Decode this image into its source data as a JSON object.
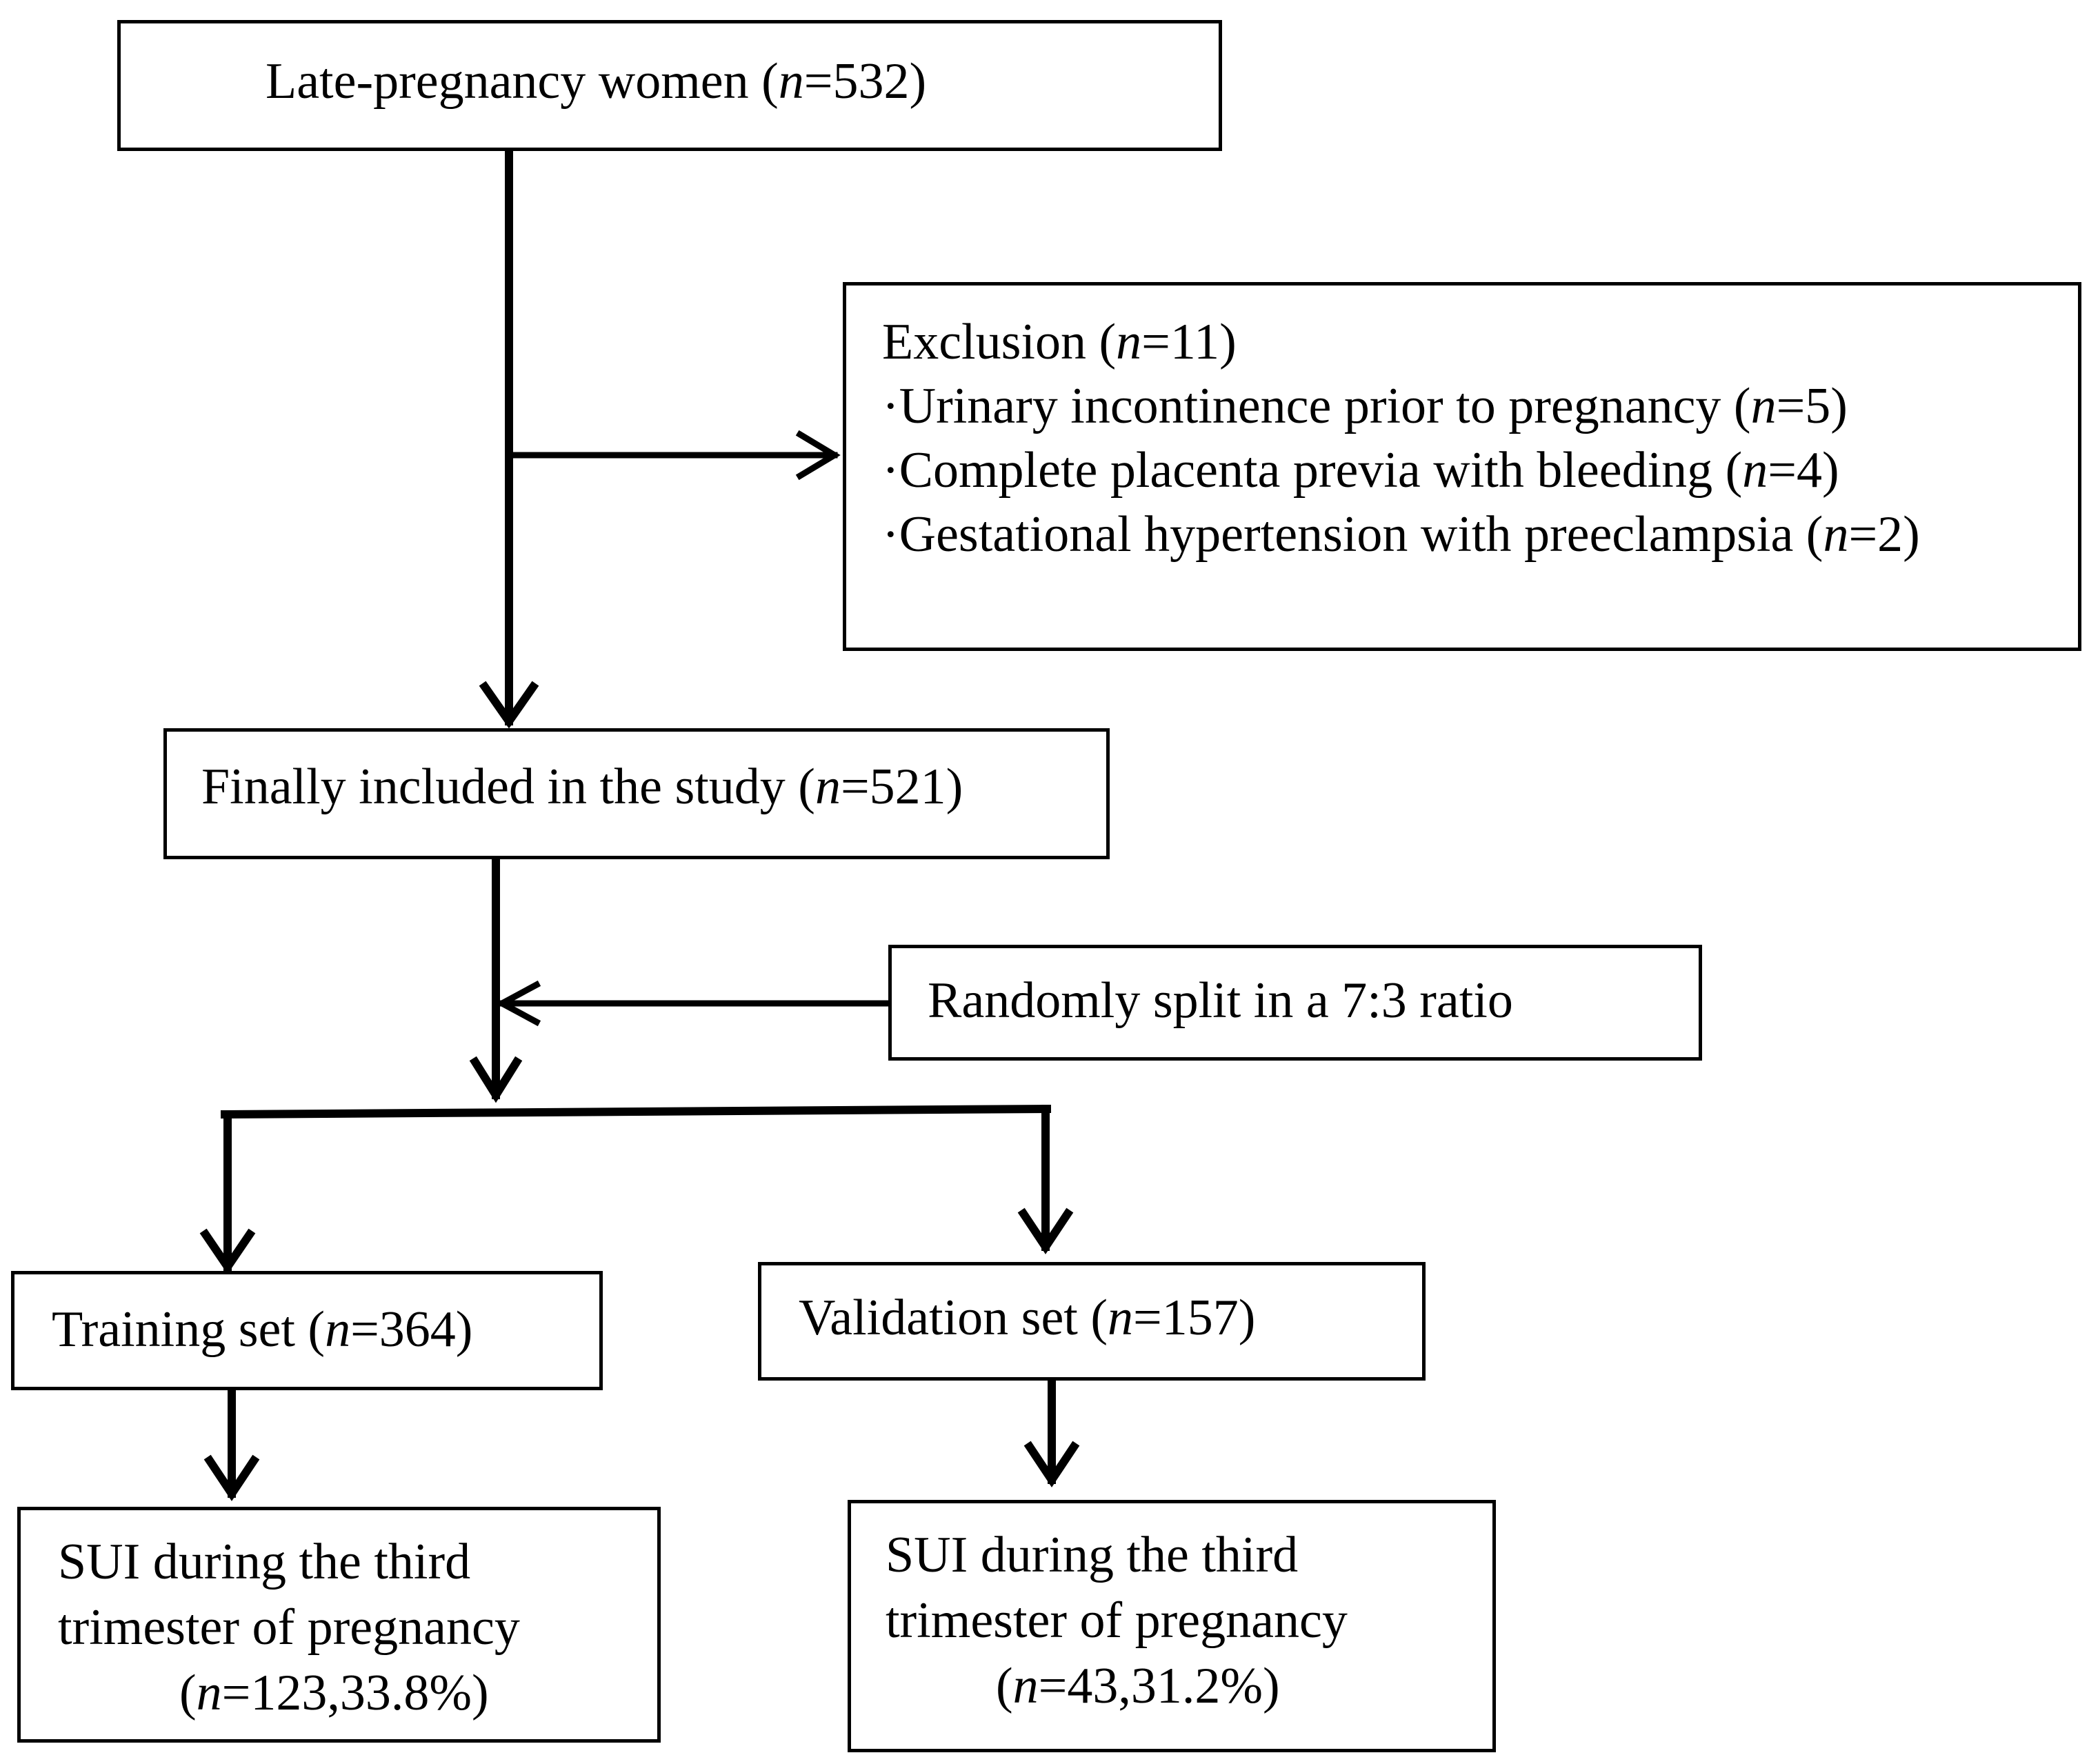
{
  "start": {
    "label": "Late-pregnancy women (",
    "n_var": "n",
    "n_value": "=532)"
  },
  "exclusion": {
    "title_label": "Exclusion (",
    "title_n_var": "n",
    "title_n_value": "=11)",
    "items": [
      {
        "label": "·Urinary incontinence prior to pregnancy (",
        "n_var": "n",
        "n_value": "=5)"
      },
      {
        "label": "·Complete placenta previa with bleeding (",
        "n_var": "n",
        "n_value": "=4)"
      },
      {
        "label": "·Gestational hypertension with preeclampsia (",
        "n_var": "n",
        "n_value": "=2)"
      }
    ]
  },
  "included": {
    "label": "Finally included in the study (",
    "n_var": "n",
    "n_value": "=521)"
  },
  "split": {
    "label": "Randomly split in a 7:3 ratio"
  },
  "training": {
    "label": "Training set (",
    "n_var": "n",
    "n_value": "=364)"
  },
  "validation": {
    "label": "Validation set (",
    "n_var": "n",
    "n_value": "=157)"
  },
  "sui_training": {
    "line1": "SUI during the third",
    "line2": "trimester of pregnancy",
    "open": "(",
    "n_var": "n",
    "n_value": "=123,33.8%)"
  },
  "sui_validation": {
    "line1": "SUI during the third",
    "line2": "trimester of pregnancy",
    "open": "(",
    "n_var": "n",
    "n_value": "=43,31.2%)"
  }
}
